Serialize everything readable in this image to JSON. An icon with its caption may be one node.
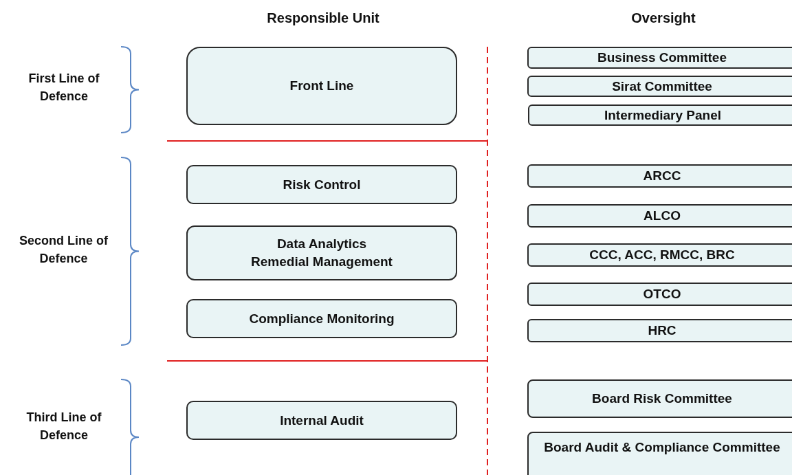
{
  "diagram": {
    "nodes": [
      {
        "text": [
          "Front Line"
        ]
      },
      {
        "text": [
          "Risk Control"
        ]
      },
      {
        "text": [
          "Data Analytics",
          "Remedial Management"
        ]
      },
      {
        "text": [
          "Compliance Monitoring"
        ]
      },
      {
        "text": [
          "Internal Audit"
        ]
      },
      {
        "text": [
          "Business Committee"
        ]
      },
      {
        "text": [
          "Sirat Committee"
        ]
      },
      {
        "text": [
          "Intermediary Panel"
        ]
      },
      {
        "text": [
          "ARCC"
        ]
      },
      {
        "text": [
          "ALCO"
        ]
      },
      {
        "text": [
          "CCC, ACC, RMCC, BRC"
        ]
      },
      {
        "text": [
          "OTCO"
        ]
      },
      {
        "text": [
          "HRC"
        ]
      },
      {
        "text": [
          "Board Risk Committee"
        ]
      },
      {
        "text": [
          "Board Audit & Compliance Committee"
        ]
      }
    ],
    "labels": [
      "Responsible Unit",
      "Oversight",
      "First Line of Defence",
      "Second Line of Defence",
      "Third Line of Defence"
    ]
  }
}
